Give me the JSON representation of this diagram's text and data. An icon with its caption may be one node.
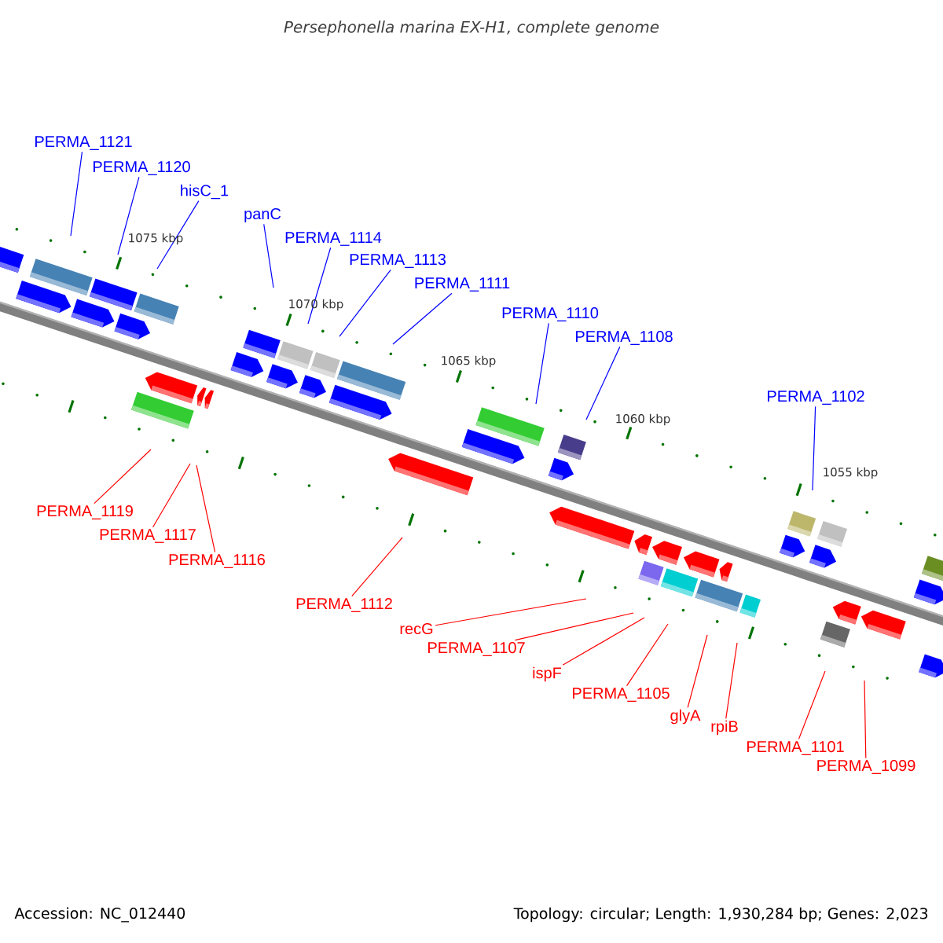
{
  "diagram": {
    "title": "Persephonella marina EX-H1, complete genome",
    "nodes": [
      {
        "text": [
          "PERMA_1121"
        ]
      },
      {
        "text": [
          "PERMA_1120"
        ]
      },
      {
        "text": [
          "hisC_1"
        ]
      },
      {
        "text": [
          "panC"
        ]
      },
      {
        "text": [
          "PERMA_1114"
        ]
      },
      {
        "text": [
          "PERMA_1113"
        ]
      },
      {
        "text": [
          "PERMA_1111"
        ]
      },
      {
        "text": [
          "PERMA_1110"
        ]
      },
      {
        "text": [
          "PERMA_1108"
        ]
      },
      {
        "text": [
          "PERMA_1102"
        ]
      },
      {
        "text": [
          "PERMA_1119"
        ]
      },
      {
        "text": [
          "PERMA_1117"
        ]
      },
      {
        "text": [
          "PERMA_1116"
        ]
      },
      {
        "text": [
          "PERMA_1112"
        ]
      },
      {
        "text": [
          "recG"
        ]
      },
      {
        "text": [
          "PERMA_1107"
        ]
      },
      {
        "text": [
          "ispF"
        ]
      },
      {
        "text": [
          "PERMA_1105"
        ]
      },
      {
        "text": [
          "glyA"
        ]
      },
      {
        "text": [
          "rpiB"
        ]
      },
      {
        "text": [
          "PERMA_1101"
        ]
      },
      {
        "text": [
          "PERMA_1099"
        ]
      }
    ],
    "edges": [
      {
        "from": 0,
        "to": null,
        "arrow": "none",
        "color": "#0000ff"
      },
      {
        "from": 1,
        "to": null,
        "arrow": "none",
        "color": "#0000ff"
      },
      {
        "from": 2,
        "to": null,
        "arrow": "none",
        "color": "#0000ff"
      },
      {
        "from": 3,
        "to": null,
        "arrow": "none",
        "color": "#0000ff"
      },
      {
        "from": 4,
        "to": null,
        "arrow": "none",
        "color": "#0000ff"
      },
      {
        "from": 5,
        "to": null,
        "arrow": "none",
        "color": "#0000ff"
      },
      {
        "from": 6,
        "to": null,
        "arrow": "none",
        "color": "#0000ff"
      },
      {
        "from": 7,
        "to": null,
        "arrow": "none",
        "color": "#0000ff"
      },
      {
        "from": 8,
        "to": null,
        "arrow": "none",
        "color": "#0000ff"
      },
      {
        "from": 9,
        "to": null,
        "arrow": "none",
        "color": "#0000ff"
      },
      {
        "from": 10,
        "to": null,
        "arrow": "none"
      },
      {
        "from": 11,
        "to": null,
        "arrow": "none"
      },
      {
        "from": 12,
        "to": null,
        "arrow": "none"
      },
      {
        "from": 13,
        "to": null,
        "arrow": "none"
      },
      {
        "from": 14,
        "to": null,
        "arrow": "none"
      },
      {
        "from": 15,
        "to": null,
        "arrow": "none"
      },
      {
        "from": 16,
        "to": null,
        "arrow": "none"
      },
      {
        "from": 17,
        "to": null,
        "arrow": "none"
      },
      {
        "from": 18,
        "to": null,
        "arrow": "none"
      },
      {
        "from": 19,
        "to": null,
        "arrow": "none"
      },
      {
        "from": 20,
        "to": null,
        "arrow": "none"
      },
      {
        "from": 21,
        "to": null,
        "arrow": "none"
      }
    ],
    "labels": [
      "1075 kbp",
      "1070 kbp",
      "1065 kbp",
      "1060 kbp",
      "1055 kbp",
      "Accession: NC_012440",
      "Topology: circular; Length: 1,930,284 bp; Genes: 2,023"
    ]
  }
}
